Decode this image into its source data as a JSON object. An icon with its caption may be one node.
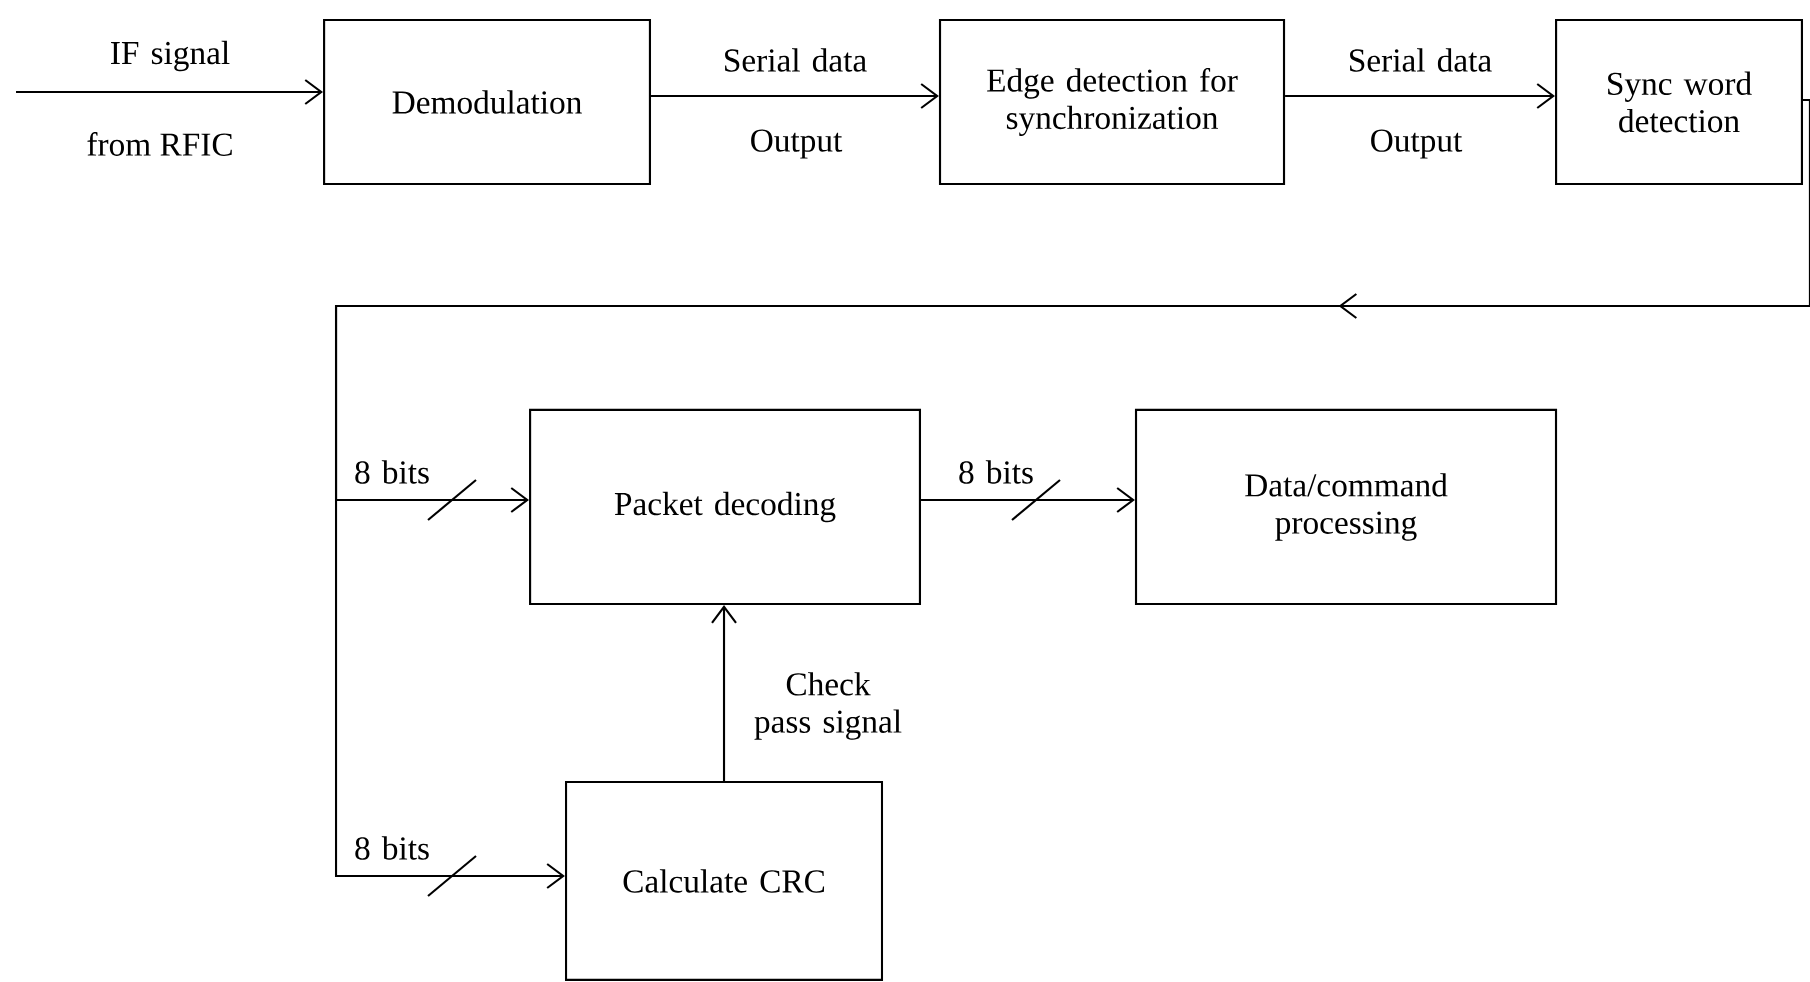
{
  "diagram": {
    "nodes": [
      {
        "text": [
          "Demodulation"
        ]
      },
      {
        "text": [
          "Edge detection for synchronization"
        ]
      },
      {
        "text": [
          "Sync word detection"
        ]
      },
      {
        "text": [
          "Packet decoding"
        ]
      },
      {
        "text": [
          "Data/command processing"
        ]
      },
      {
        "text": [
          "Calculate CRC"
        ]
      }
    ],
    "edges": [
      {
        "from": null,
        "to": 0,
        "arrow": "to",
        "label": "IF signal"
      },
      {
        "from": 0,
        "to": 1,
        "arrow": "to",
        "label": "Serial data"
      },
      {
        "from": 1,
        "to": 2,
        "arrow": "to",
        "label": "Serial data"
      },
      {
        "from": 2,
        "to": 3,
        "arrow": "to",
        "label": "8 bits"
      },
      {
        "from": 2,
        "to": 5,
        "arrow": "to",
        "label": "8 bits"
      },
      {
        "from": 3,
        "to": 4,
        "arrow": "to",
        "label": "8 bits"
      },
      {
        "from": 5,
        "to": 3,
        "arrow": "to",
        "label": "Check pass signal"
      }
    ],
    "labels": [
      "from RFIC",
      "Output",
      "Output"
    ]
  }
}
